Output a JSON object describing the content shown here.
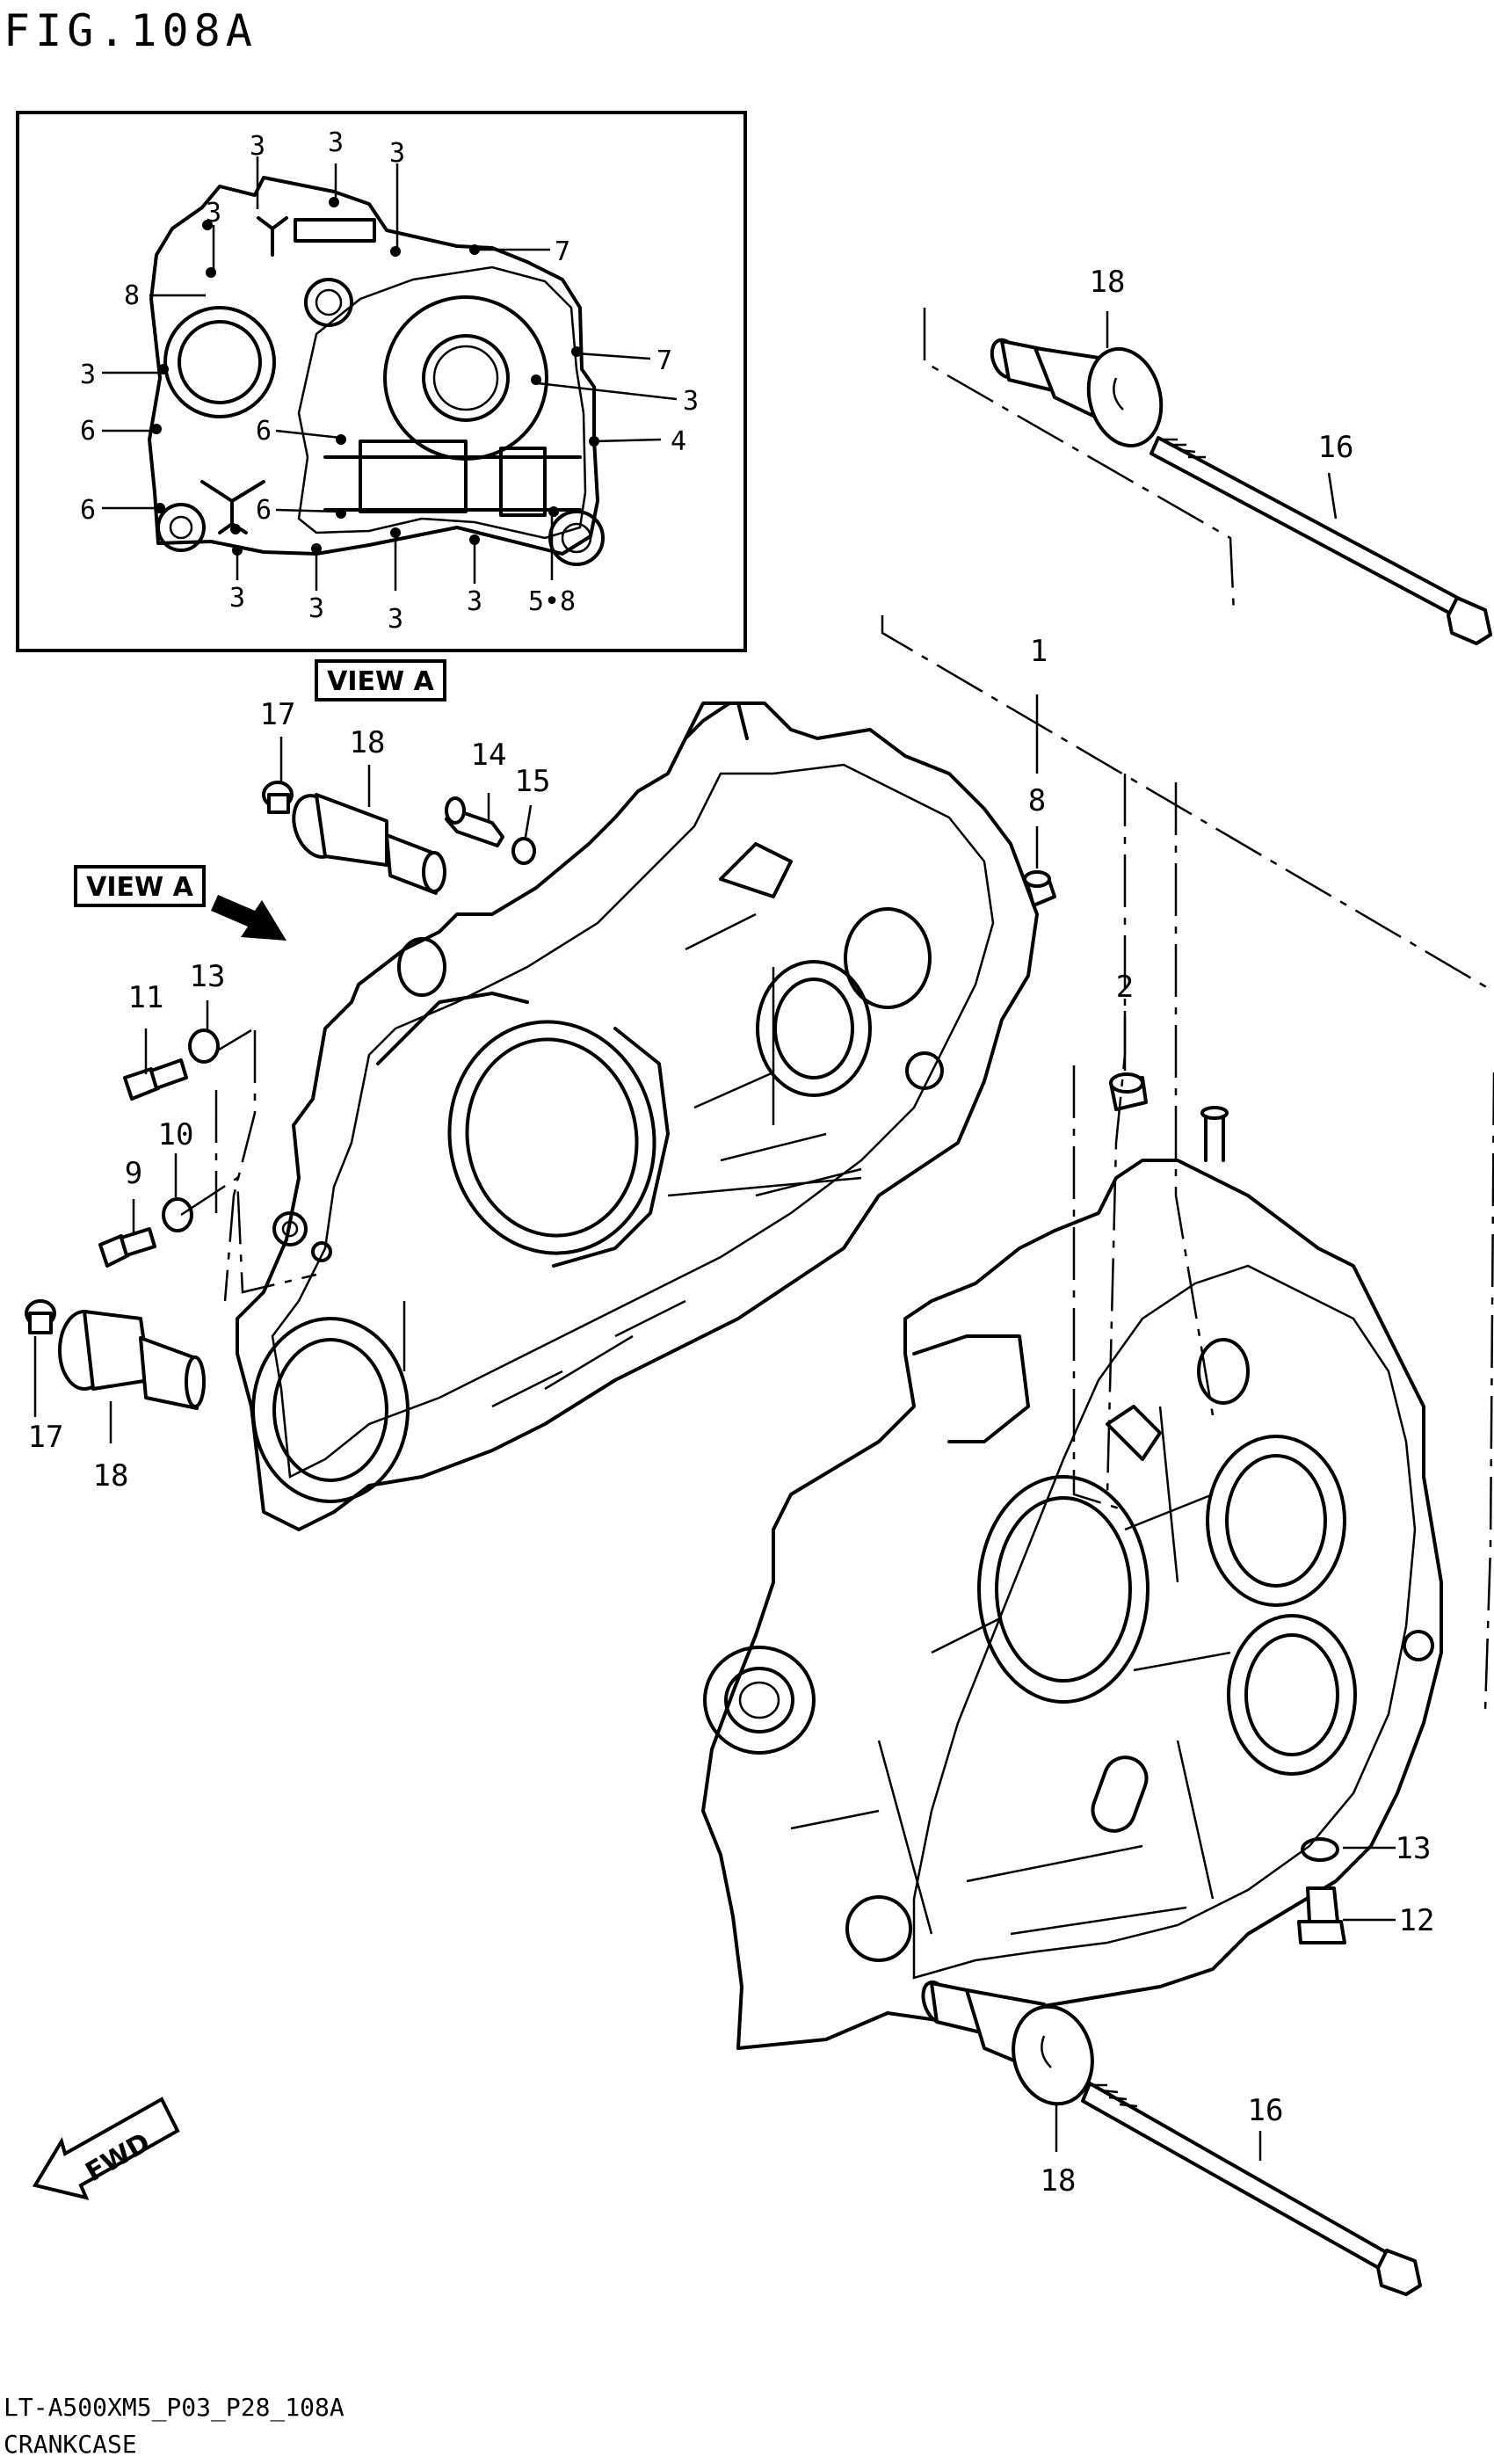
{
  "figure": {
    "title": "FIG.108A"
  },
  "footer": {
    "code": "LT-A500XM5_P03_P28_108A",
    "name": "CRANKCASE"
  },
  "view_label": "VIEW A",
  "fwd_label": "FWD",
  "callouts": {
    "c1": "1",
    "c2": "2",
    "c8": "8",
    "c9": "9",
    "c10": "10",
    "c11": "11",
    "c12": "12",
    "c13a": "13",
    "c13b": "13",
    "c14": "14",
    "c15": "15",
    "c16a": "16",
    "c16b": "16",
    "c17a": "17",
    "c17b": "17",
    "c18a": "18",
    "c18b": "18",
    "c18c": "18",
    "c18d": "18"
  },
  "inset_callouts": {
    "i1": "3",
    "i2": "3",
    "i3": "3",
    "i4": "3",
    "i5": "8",
    "i6": "3",
    "i7": "6",
    "i8": "6",
    "i9": "6",
    "i10": "6",
    "i11": "7",
    "i12": "7",
    "i13": "3",
    "i14": "4",
    "i15": "3",
    "i16": "3",
    "i17": "3",
    "i18": "3",
    "i19": "5•8"
  }
}
